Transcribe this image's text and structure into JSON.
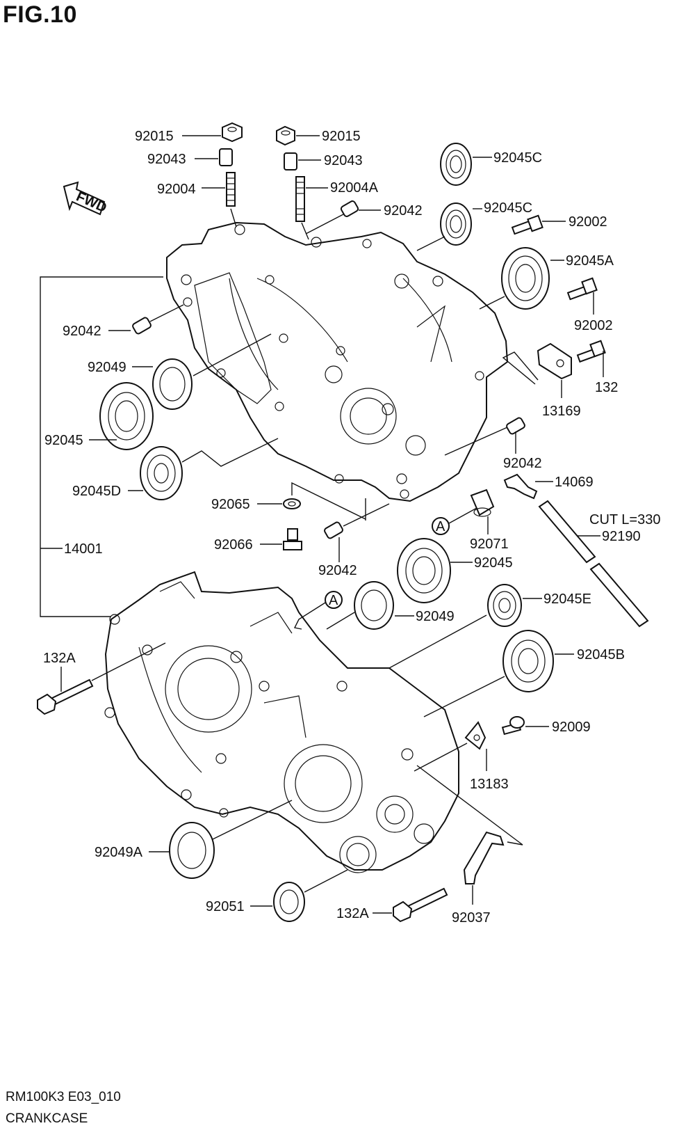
{
  "header": {
    "figure": "FIG.10"
  },
  "footer": {
    "model_code": "RM100K3 E03_010",
    "section_name": "CRANKCASE"
  },
  "fwd_arrow": {
    "label": "FWD"
  },
  "callouts": {
    "p92015_l": "92015",
    "p92015_r": "92015",
    "p92043_l": "92043",
    "p92043_r": "92043",
    "p92004": "92004",
    "p92004A": "92004A",
    "p92042_top": "92042",
    "p92045C_top": "92045C",
    "p92045C_mid": "92045C",
    "p92002_a": "92002",
    "p92045A": "92045A",
    "p92002_b": "92002",
    "p92042_left": "92042",
    "p92049_upper": "92049",
    "p132": "132",
    "p13169": "13169",
    "p92045_left": "92045",
    "p92042_right": "92042",
    "p14069": "14069",
    "p92045D": "92045D",
    "p92065": "92065",
    "cut_len": "CUT L=330",
    "p92190": "92190",
    "p92071": "92071",
    "p92066": "92066",
    "p14001": "14001",
    "p92042_low": "92042",
    "p92045_low": "92045",
    "p92045E": "92045E",
    "p92049_low": "92049",
    "p132A_left": "132A",
    "p92045B": "92045B",
    "p92009": "92009",
    "p13183": "13183",
    "p92049A": "92049A",
    "p92051": "92051",
    "p132A_low": "132A",
    "p92037": "92037",
    "ref_a1": "A",
    "ref_a2": "A"
  }
}
